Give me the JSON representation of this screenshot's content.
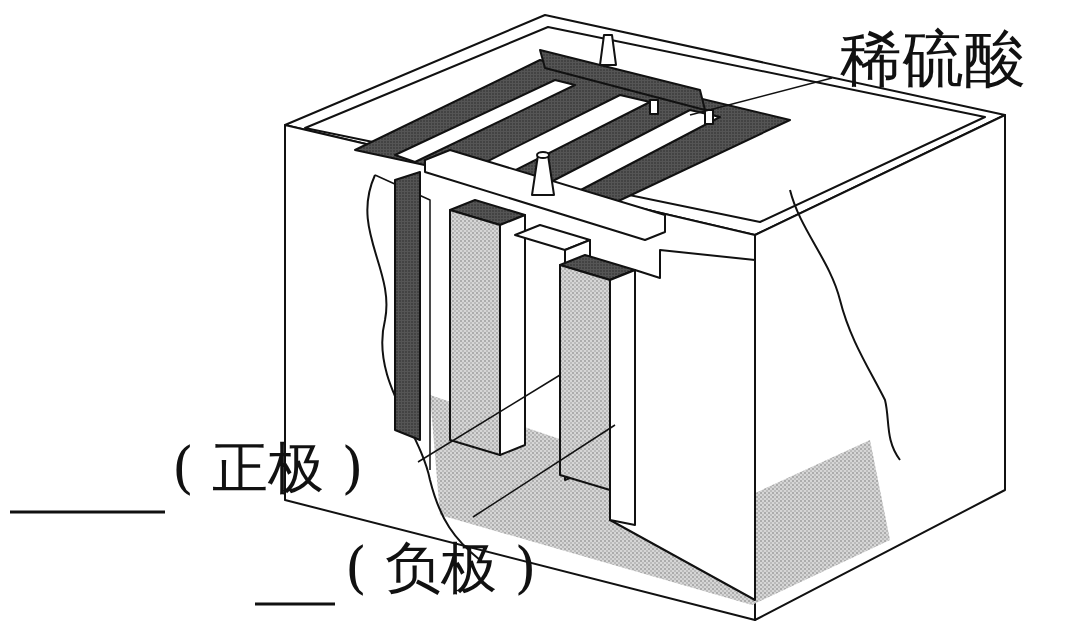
{
  "diagram": {
    "labels": [
      "稀硫酸",
      "( 正极 )",
      "( 负极 )"
    ]
  }
}
